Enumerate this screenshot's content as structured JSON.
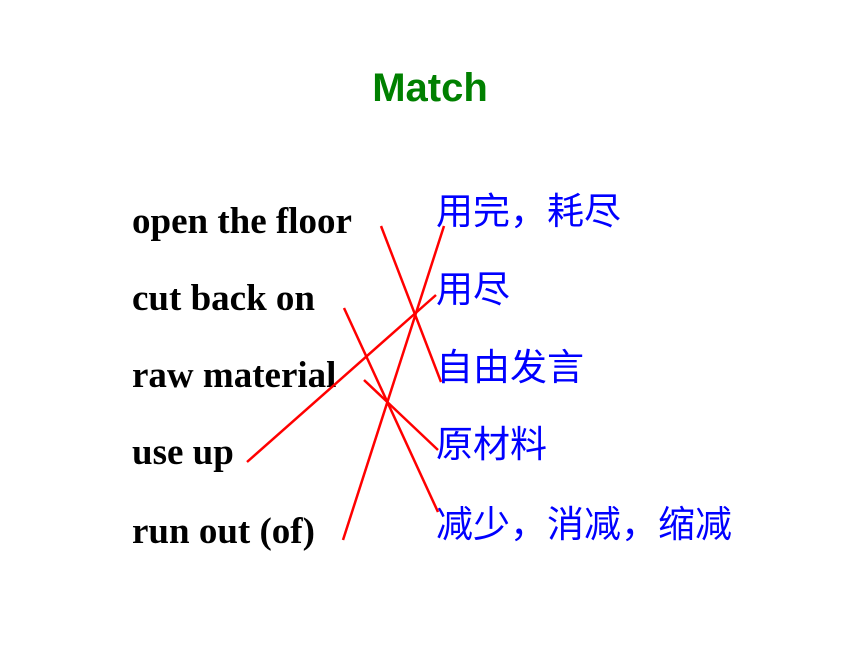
{
  "title": "Match",
  "left_items": [
    "open the floor",
    "cut back on",
    "raw material",
    "use up",
    "run out (of)"
  ],
  "right_items": [
    "用完，耗尽",
    "用尽",
    "自由发言",
    "原材料",
    "减少，消减，缩减"
  ],
  "line_color": "#ff0000"
}
